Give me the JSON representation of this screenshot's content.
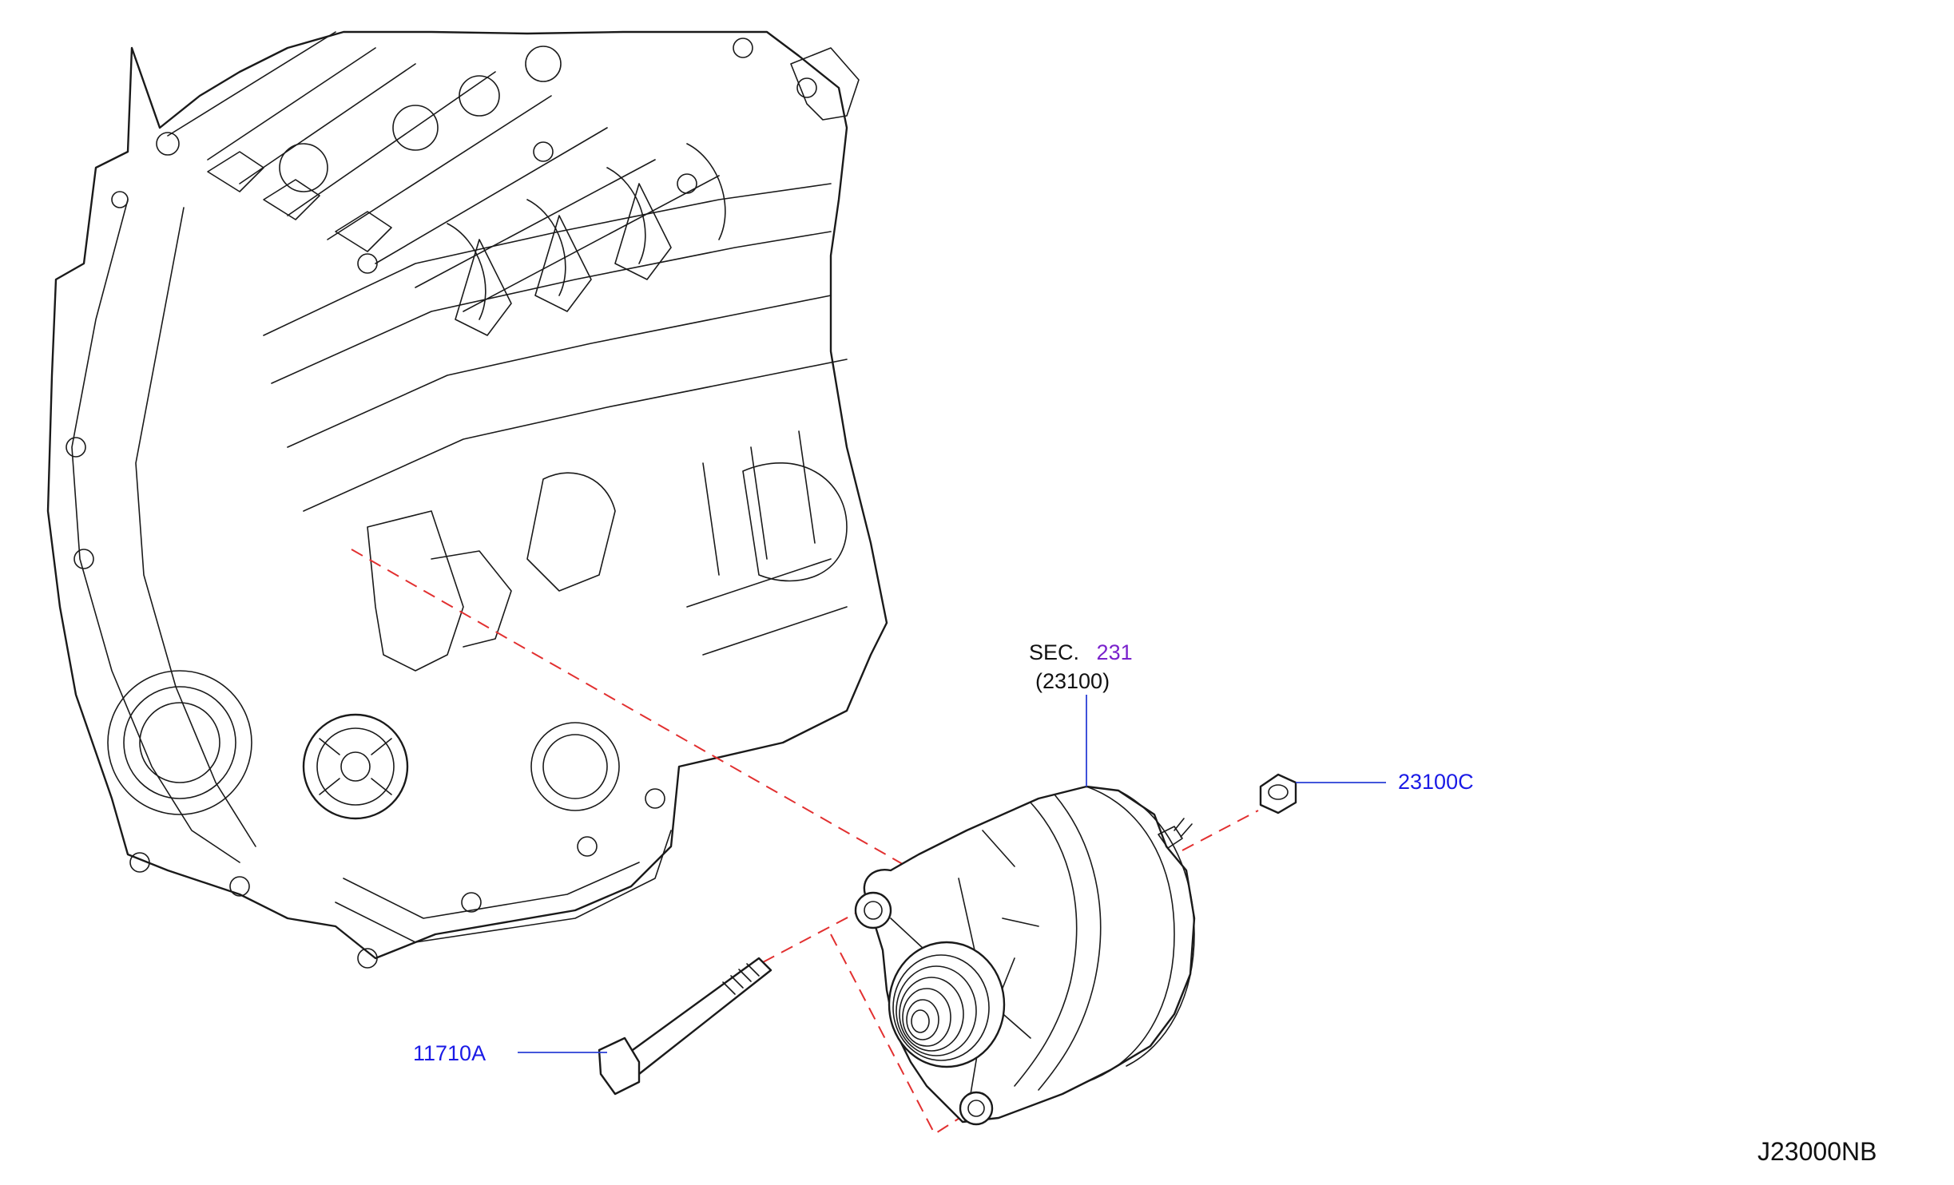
{
  "diagram": {
    "drawing_code": "J23000NB",
    "section": {
      "prefix": "SEC.",
      "number": "231",
      "ref": "(23100)"
    },
    "parts": [
      {
        "id": "23100C",
        "label": "23100C"
      },
      {
        "id": "11710A",
        "label": "11710A"
      }
    ],
    "line_colors": {
      "leader": "#2a3fd6",
      "assembly_dash": "#e23030",
      "part_label": "#1a1ae6",
      "section_link": "#7a22cc"
    }
  }
}
